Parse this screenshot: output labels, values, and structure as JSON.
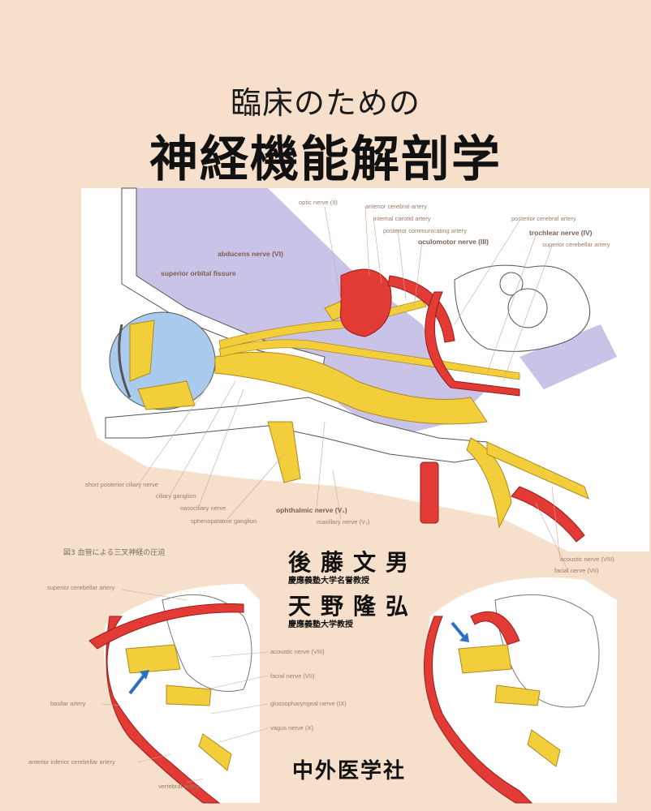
{
  "cover": {
    "subtitle": "臨床のための",
    "title": "神経機能解剖学"
  },
  "main_figure": {
    "labels": {
      "optic_nerve": "optic nerve (II)",
      "anterior_cerebral_artery": "anterior cerebral artery",
      "internal_carotid_artery": "internal carotid artery",
      "posterior_communicating_artery": "posterior communicating artery",
      "oculomotor_nerve": "oculomotor nerve (III)",
      "posterior_cerebral_artery": "posterior cerebral artery",
      "trochlear_nerve": "trochlear nerve (IV)",
      "superior_cerebellar_artery": "superior cerebellar artery",
      "abducens_nerve": "abducens nerve (VI)",
      "superior_orbital_fissure": "superior orbital fissure",
      "short_posterior_ciliary_nerve": "short posterior ciliary nerve",
      "ciliary_ganglion": "ciliary ganglion",
      "nasociliary_nerve": "nasociliary nerve",
      "ophthalmic_nerve": "ophthalmic nerve (V₁)",
      "sphenopalatine_ganglion": "sphenopalatine ganglion",
      "maxillary_nerve": "maxillary nerve (V₂)",
      "acoustic_nerve": "acoustic nerve (VIII)",
      "facial_nerve": "facial nerve (VII)"
    }
  },
  "figure_caption": "図3 血管による三叉神経の圧迫",
  "lower_figure": {
    "labels": {
      "superior_cerebellar_artery": "superior cerebellar artery",
      "acoustic_nerve": "acoustic nerve (VIII)",
      "facial_nerve": "facial nerve (VII)",
      "basilar_artery": "basilar artery",
      "glossopharyngeal_nerve": "glossopharyngeal nerve (IX)",
      "vagus_nerve": "vagus nerve (X)",
      "anterior_inferior_cerebellar_artery": "anterior inferior cerebellar artery",
      "vertebral_artery": "vertebral artery"
    }
  },
  "authors": [
    {
      "name": "後藤文男",
      "role": "慶應義塾大学名誉教授"
    },
    {
      "name": "天野隆弘",
      "role": "慶應義塾大学教授"
    }
  ],
  "publisher": "中外医学社",
  "colors": {
    "background": "#f6e0cc",
    "nerve": "#f2cf3a",
    "artery": "#e23a35",
    "dura": "#c9c3e8",
    "eye": "#a9cbee"
  }
}
